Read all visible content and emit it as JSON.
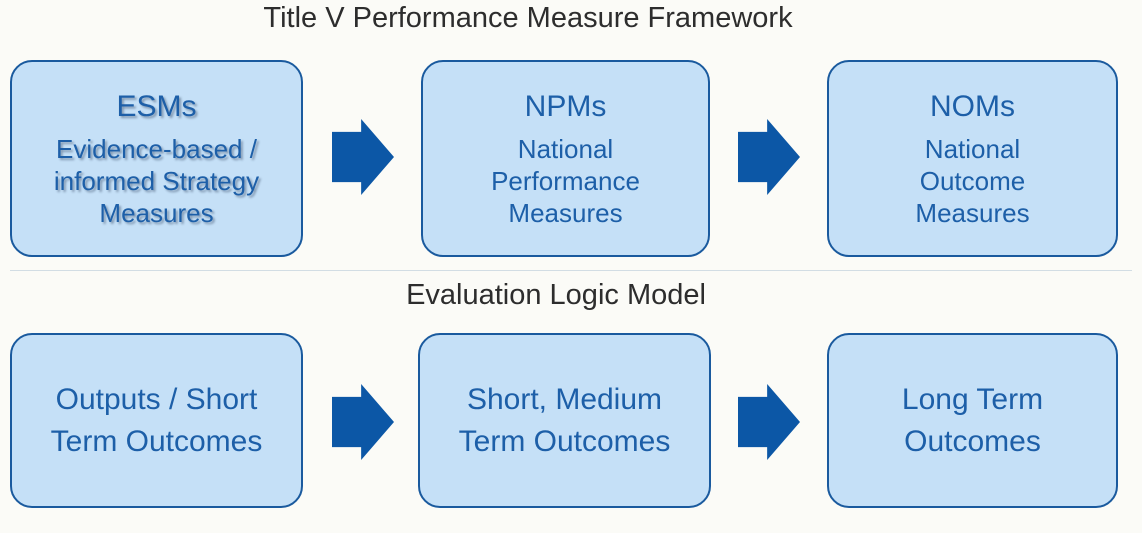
{
  "titles": {
    "framework": "Title V Performance Measure Framework",
    "logic_model": "Evaluation Logic Model"
  },
  "colors": {
    "background": "#fbfbf7",
    "box_fill": "#c5e0f7",
    "box_border": "#1a5a9e",
    "box_text": "#1d5fa8",
    "arrow": "#0c57a6",
    "title_text": "#2d2d2d"
  },
  "framework_row": {
    "boxes": [
      {
        "heading": "ESMs",
        "lines": [
          "Evidence-based /",
          "informed Strategy",
          "Measures"
        ]
      },
      {
        "heading": "NPMs",
        "lines": [
          "National",
          "Performance",
          "Measures"
        ]
      },
      {
        "heading": "NOMs",
        "lines": [
          "National",
          "Outcome",
          "Measures"
        ]
      }
    ]
  },
  "logic_row": {
    "boxes": [
      {
        "lines": [
          "Outputs / Short",
          "Term Outcomes"
        ]
      },
      {
        "lines": [
          "Short, Medium",
          "Term Outcomes"
        ]
      },
      {
        "lines": [
          "Long Term",
          "Outcomes"
        ]
      }
    ]
  }
}
